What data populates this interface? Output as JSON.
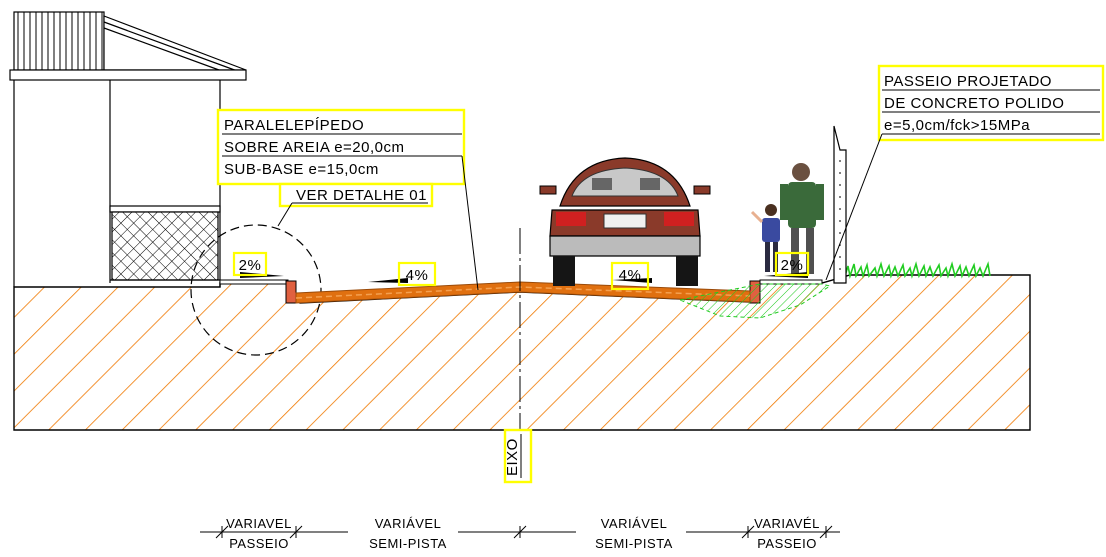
{
  "drawing": {
    "pavement_note": {
      "line1": "PARALELEPÍPEDO",
      "line2": "SOBRE AREIA e=20,0cm",
      "line3": "SUB-BASE e=15,0cm"
    },
    "detail_ref": "VER DETALHE 01",
    "sidewalk_note": {
      "line1": "PASSEIO PROJETADO",
      "line2": "DE CONCRETO POLIDO",
      "line3": "e=5,0cm/fck>15MPa"
    },
    "slopes": {
      "left_sidewalk": "2%",
      "left_lane": "4%",
      "right_lane": "4%",
      "right_sidewalk": "2%"
    },
    "axis_label": "EIXO",
    "dimensions": {
      "left_sidewalk": {
        "top": "VARIAVEL",
        "bottom": "PASSEIO"
      },
      "left_lane": {
        "top": "VARIÁVEL",
        "bottom": "SEMI-PISTA"
      },
      "right_lane": {
        "top": "VARIÁVEL",
        "bottom": "SEMI-PISTA"
      },
      "right_sidewalk": {
        "top": "VARIAVÉL",
        "bottom": "PASSEIO"
      }
    },
    "colors": {
      "hatch": "#f07800",
      "pavement": "#e07010",
      "highlight": "#ffff00",
      "grass": "#22cc22",
      "car_body": "#8a3a2a"
    }
  }
}
